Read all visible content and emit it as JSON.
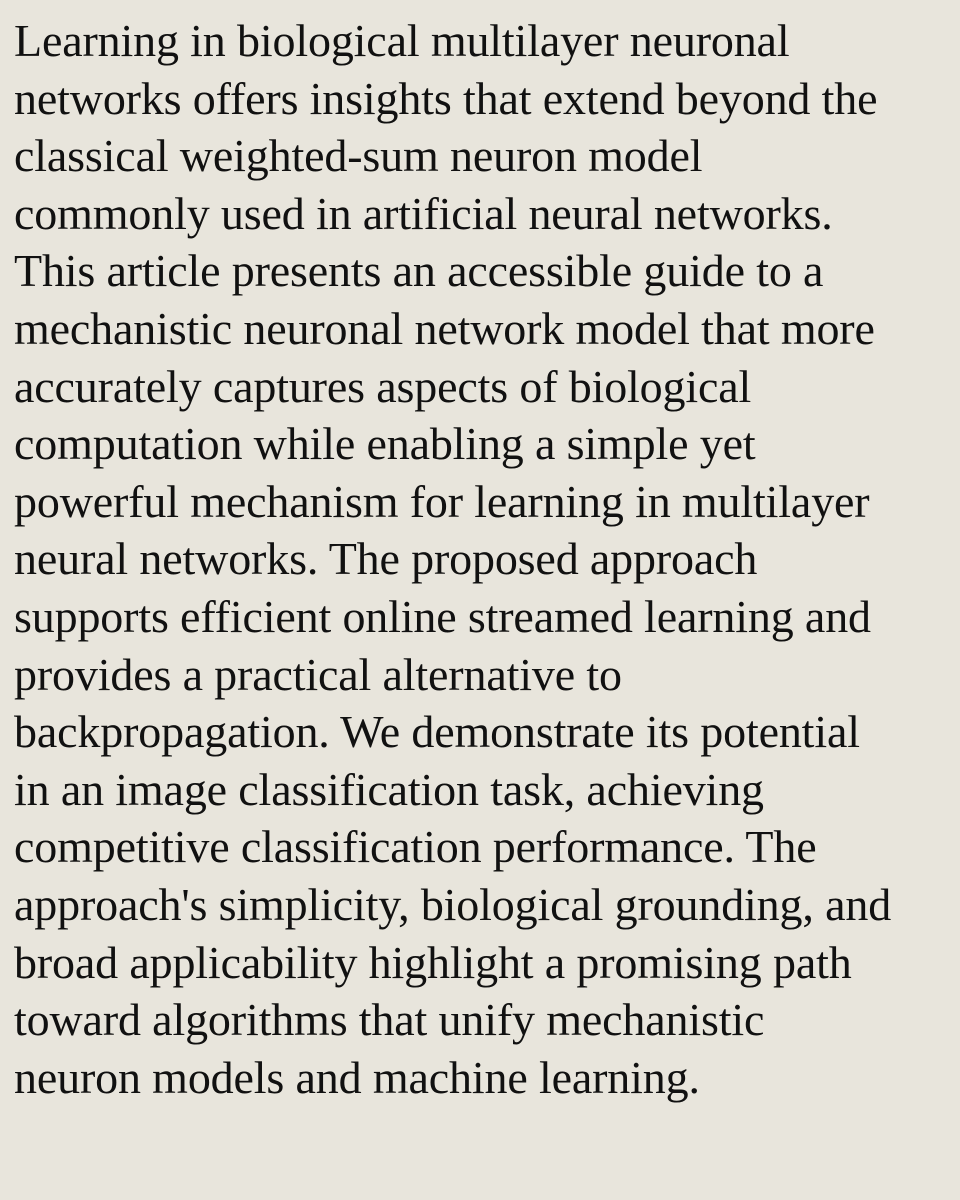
{
  "abstract": {
    "lines": [
      "Learning in biological multilayer neuronal",
      "networks offers insights that extend beyond the",
      "classical weighted-sum neuron model",
      "commonly used in artificial neural networks.",
      "This article presents an accessible guide to a",
      "mechanistic neuronal network model that more",
      "accurately captures aspects of biological",
      "computation while enabling a simple yet",
      "powerful mechanism for learning in multilayer",
      "neural networks. The proposed approach",
      "supports efficient online streamed learning and",
      "provides a practical alternative to",
      "backpropagation. We demonstrate its potential",
      "in an image classification task, achieving",
      "competitive classification performance. The",
      "approach's simplicity, biological grounding, and",
      "broad applicability highlight a promising path",
      "toward algorithms that unify mechanistic",
      "neuron models and machine learning."
    ]
  },
  "colors": {
    "background": "#e8e5dc",
    "text": "#111111"
  }
}
